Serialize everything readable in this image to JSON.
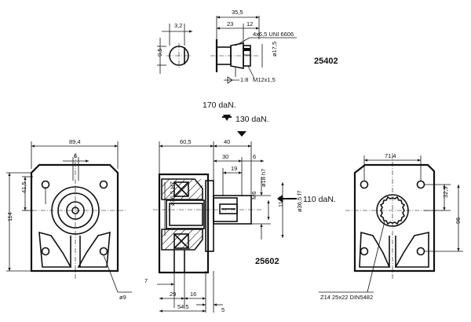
{
  "codes": {
    "top": "25402",
    "main": "25602"
  },
  "forces": {
    "f1": "170 daN.",
    "f2": "130 daN.",
    "f3": "110 daN."
  },
  "shaft_detail": {
    "dims": {
      "w_3_2": "3,2",
      "h_9_5": "9,5",
      "d_35_5": "35,5",
      "d_23": "23",
      "d_12": "12",
      "key": "4x6,5 UNI 6606",
      "dia_17_5": "ø17,5",
      "taper": "1:8",
      "thread": "M12x1,5"
    }
  },
  "left_view": {
    "dims": {
      "w_89_4": "89,4",
      "d_6": "6",
      "h_41_5": "41,5",
      "h_114": "114",
      "hole_9": "ø9"
    }
  },
  "section_view": {
    "dims": {
      "d_60_5": "60,5",
      "d_40": "40",
      "d_30": "30",
      "d_6": "6",
      "d_19": "19",
      "dia_18_h7": "ø18 h7",
      "d_M6": "M6",
      "d_11_5": "11,5",
      "dia_36_5_f7": "ø36,5 f7",
      "dia_36_5_H7": "ø36,5 H7",
      "d_7": "7",
      "d_29": "29",
      "d_16": "16",
      "d_54_5": "54,5",
      "d_5": "5"
    }
  },
  "right_view": {
    "dims": {
      "w_71_4": "71,4",
      "h_32_5": "32,5",
      "h_96": "96",
      "spline": "Z14  25x22  DIN5482"
    }
  }
}
